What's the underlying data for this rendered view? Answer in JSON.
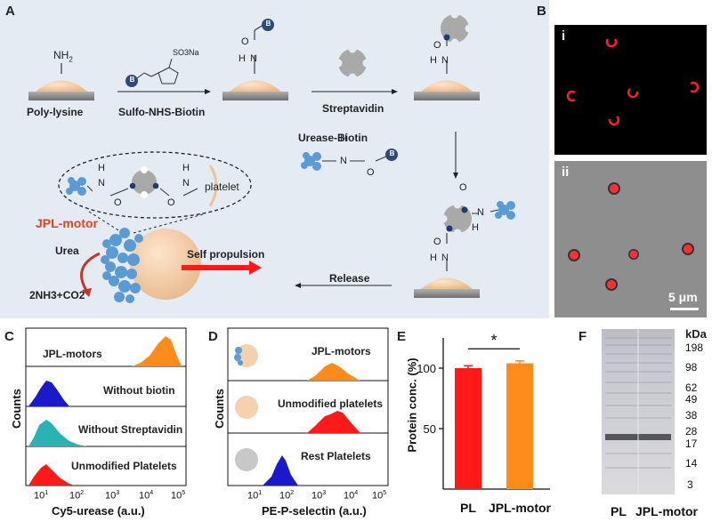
{
  "panelA": {
    "letter": "A",
    "nh2": "NH",
    "nh2_sub": "2",
    "so3na": "SO3Na",
    "step1_reagent": "Sulfo-NHS-Biotin",
    "poly_lysine": "Poly-lysine",
    "streptavidin": "Streptavidin",
    "urease_biotin": "Urease-Biotin",
    "platelet": "platelet",
    "jpl_motor": "JPL-motor",
    "urea": "Urea",
    "products": "2NH3+CO2",
    "self_propulsion": "Self propulsion",
    "release": "Release",
    "biotin_badge": "B",
    "atom_h": "H",
    "atom_n": "N",
    "atom_o": "O"
  },
  "panelB": {
    "letter": "B",
    "sub_i": "i",
    "sub_ii": "ii",
    "scalebar": "5 μm"
  },
  "panelC": {
    "letter": "C",
    "ylabel": "Counts",
    "xlabel": "Cy5-urease (a.u.)",
    "rows": [
      {
        "label": "JPL-motors",
        "color": "#ff8c1a"
      },
      {
        "label": "Without biotin",
        "color": "#1a1acc"
      },
      {
        "label": "Without Streptavidin",
        "color": "#2bb3b3"
      },
      {
        "label": "Unmodified Platelets",
        "color": "#ff1a1a"
      }
    ],
    "xticks": [
      "10",
      "10",
      "10",
      "10",
      "10"
    ],
    "xtick_exp": [
      "1",
      "2",
      "3",
      "4",
      "5"
    ]
  },
  "panelD": {
    "letter": "D",
    "ylabel": "Counts",
    "xlabel": "PE-P-selectin (a.u.)",
    "rows": [
      {
        "label": "JPL-motors",
        "color": "#ff8c1a"
      },
      {
        "label": "Unmodified platelets",
        "color": "#ff1a1a"
      },
      {
        "label": "Rest Platelets",
        "color": "#1a1acc"
      }
    ],
    "xticks": [
      "10",
      "10",
      "10",
      "10",
      "10"
    ],
    "xtick_exp": [
      "1",
      "2",
      "3",
      "4",
      "5"
    ]
  },
  "chart_data": [
    {
      "type": "bar",
      "panel": "E",
      "categories": [
        "PL",
        "JPL-motor"
      ],
      "values": [
        100,
        104
      ],
      "errors": [
        2,
        2
      ],
      "colors": [
        "#ff1a1a",
        "#ff8c1a"
      ],
      "ylabel": "Protein conc. (%)",
      "yticks": [
        50,
        100
      ],
      "ylim": [
        0,
        125
      ],
      "significance": "*"
    }
  ],
  "panelE": {
    "letter": "E"
  },
  "panelF": {
    "letter": "F",
    "unit": "kDa",
    "markers": [
      "198",
      "98",
      "62",
      "49",
      "38",
      "28",
      "17",
      "14",
      "3"
    ],
    "lanes": [
      "PL",
      "JPL-motor"
    ]
  }
}
